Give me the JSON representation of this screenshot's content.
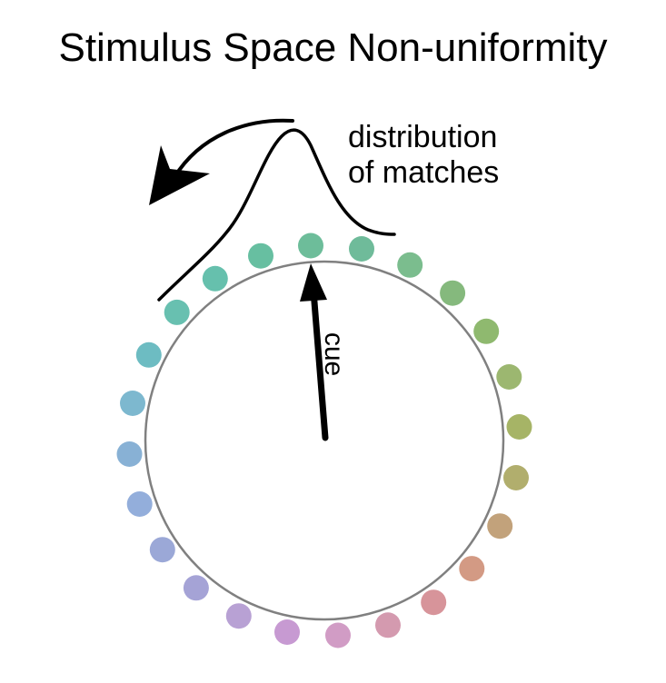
{
  "title": "Stimulus Space Non-uniformity",
  "distribution_label_line1": "distribution",
  "distribution_label_line2": "of matches",
  "cue_label": "cue",
  "colors": {
    "circle_stroke": "#808080",
    "arrow": "#000000",
    "dots": [
      "#6dbd9a",
      "#6fbb9a",
      "#7bbd8e",
      "#85b97d",
      "#8fb96f",
      "#9cb770",
      "#a6b466",
      "#b1ae6d",
      "#c2a27b",
      "#d39a84",
      "#d7949a",
      "#d49aaf",
      "#d19cc5",
      "#c79ad2",
      "#b8a1d4",
      "#a5a3d6",
      "#9ba8d7",
      "#93aedb",
      "#88b1d5",
      "#7db8cf",
      "#6dbcc2",
      "#68c0b0",
      "#66c0ad",
      "#67bfa1"
    ]
  }
}
